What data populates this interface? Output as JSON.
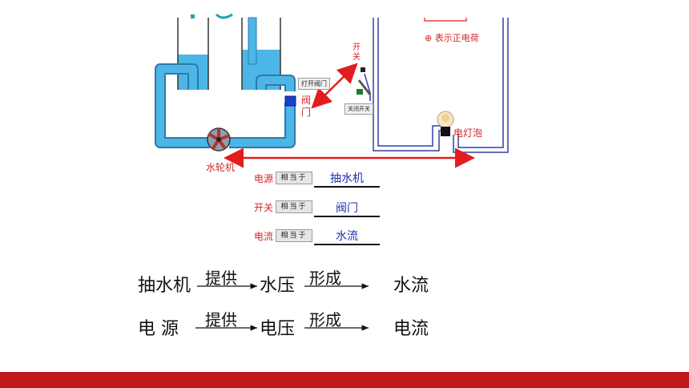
{
  "diagram": {
    "legend_positive_charge": "⊕ 表示正电荷",
    "switch_label": "开关",
    "open_valve_button": "打开阀门",
    "valve_label": "阀门",
    "close_switch_button": "关闭开关",
    "bulb_label": "电灯泡",
    "pump_label": "水轮机"
  },
  "analogy_rows": [
    {
      "term": "电源",
      "button": "相当于",
      "answer": "抽水机"
    },
    {
      "term": "开关",
      "button": "相当于",
      "answer": "阀门"
    },
    {
      "term": "电流",
      "button": "相当于",
      "answer": "水流"
    }
  ],
  "chains": {
    "water": {
      "start": "抽水机",
      "verb1": "提供",
      "mid": "水压",
      "verb2": "形成",
      "end": "水流"
    },
    "electric": {
      "start": "电 源",
      "verb1": "提供",
      "mid": "电压",
      "verb2": "形成",
      "end": "电流"
    }
  },
  "colors": {
    "water": "#4cb6e6",
    "pipe": "#2d79b0",
    "circuit": "#3040a0",
    "accent_red": "#e21d1d",
    "footer": "#c0181d"
  }
}
